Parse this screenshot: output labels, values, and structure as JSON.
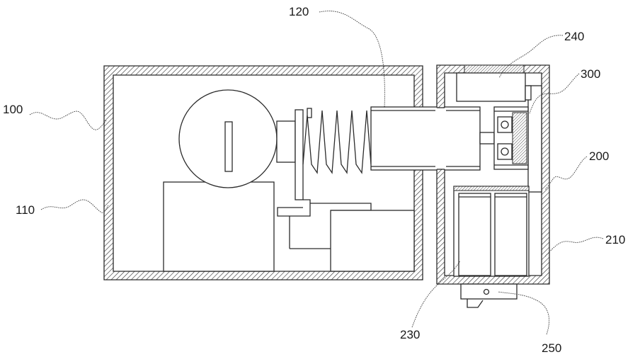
{
  "figure": {
    "labels": {
      "l100": "100",
      "l110": "110",
      "l120": "120",
      "l200": "200",
      "l210": "210",
      "l230": "230",
      "l240": "240",
      "l250": "250",
      "l300": "300"
    },
    "colors": {
      "line": "#2b2b2b",
      "hatch": "#2b2b2b",
      "background": "#ffffff"
    }
  }
}
